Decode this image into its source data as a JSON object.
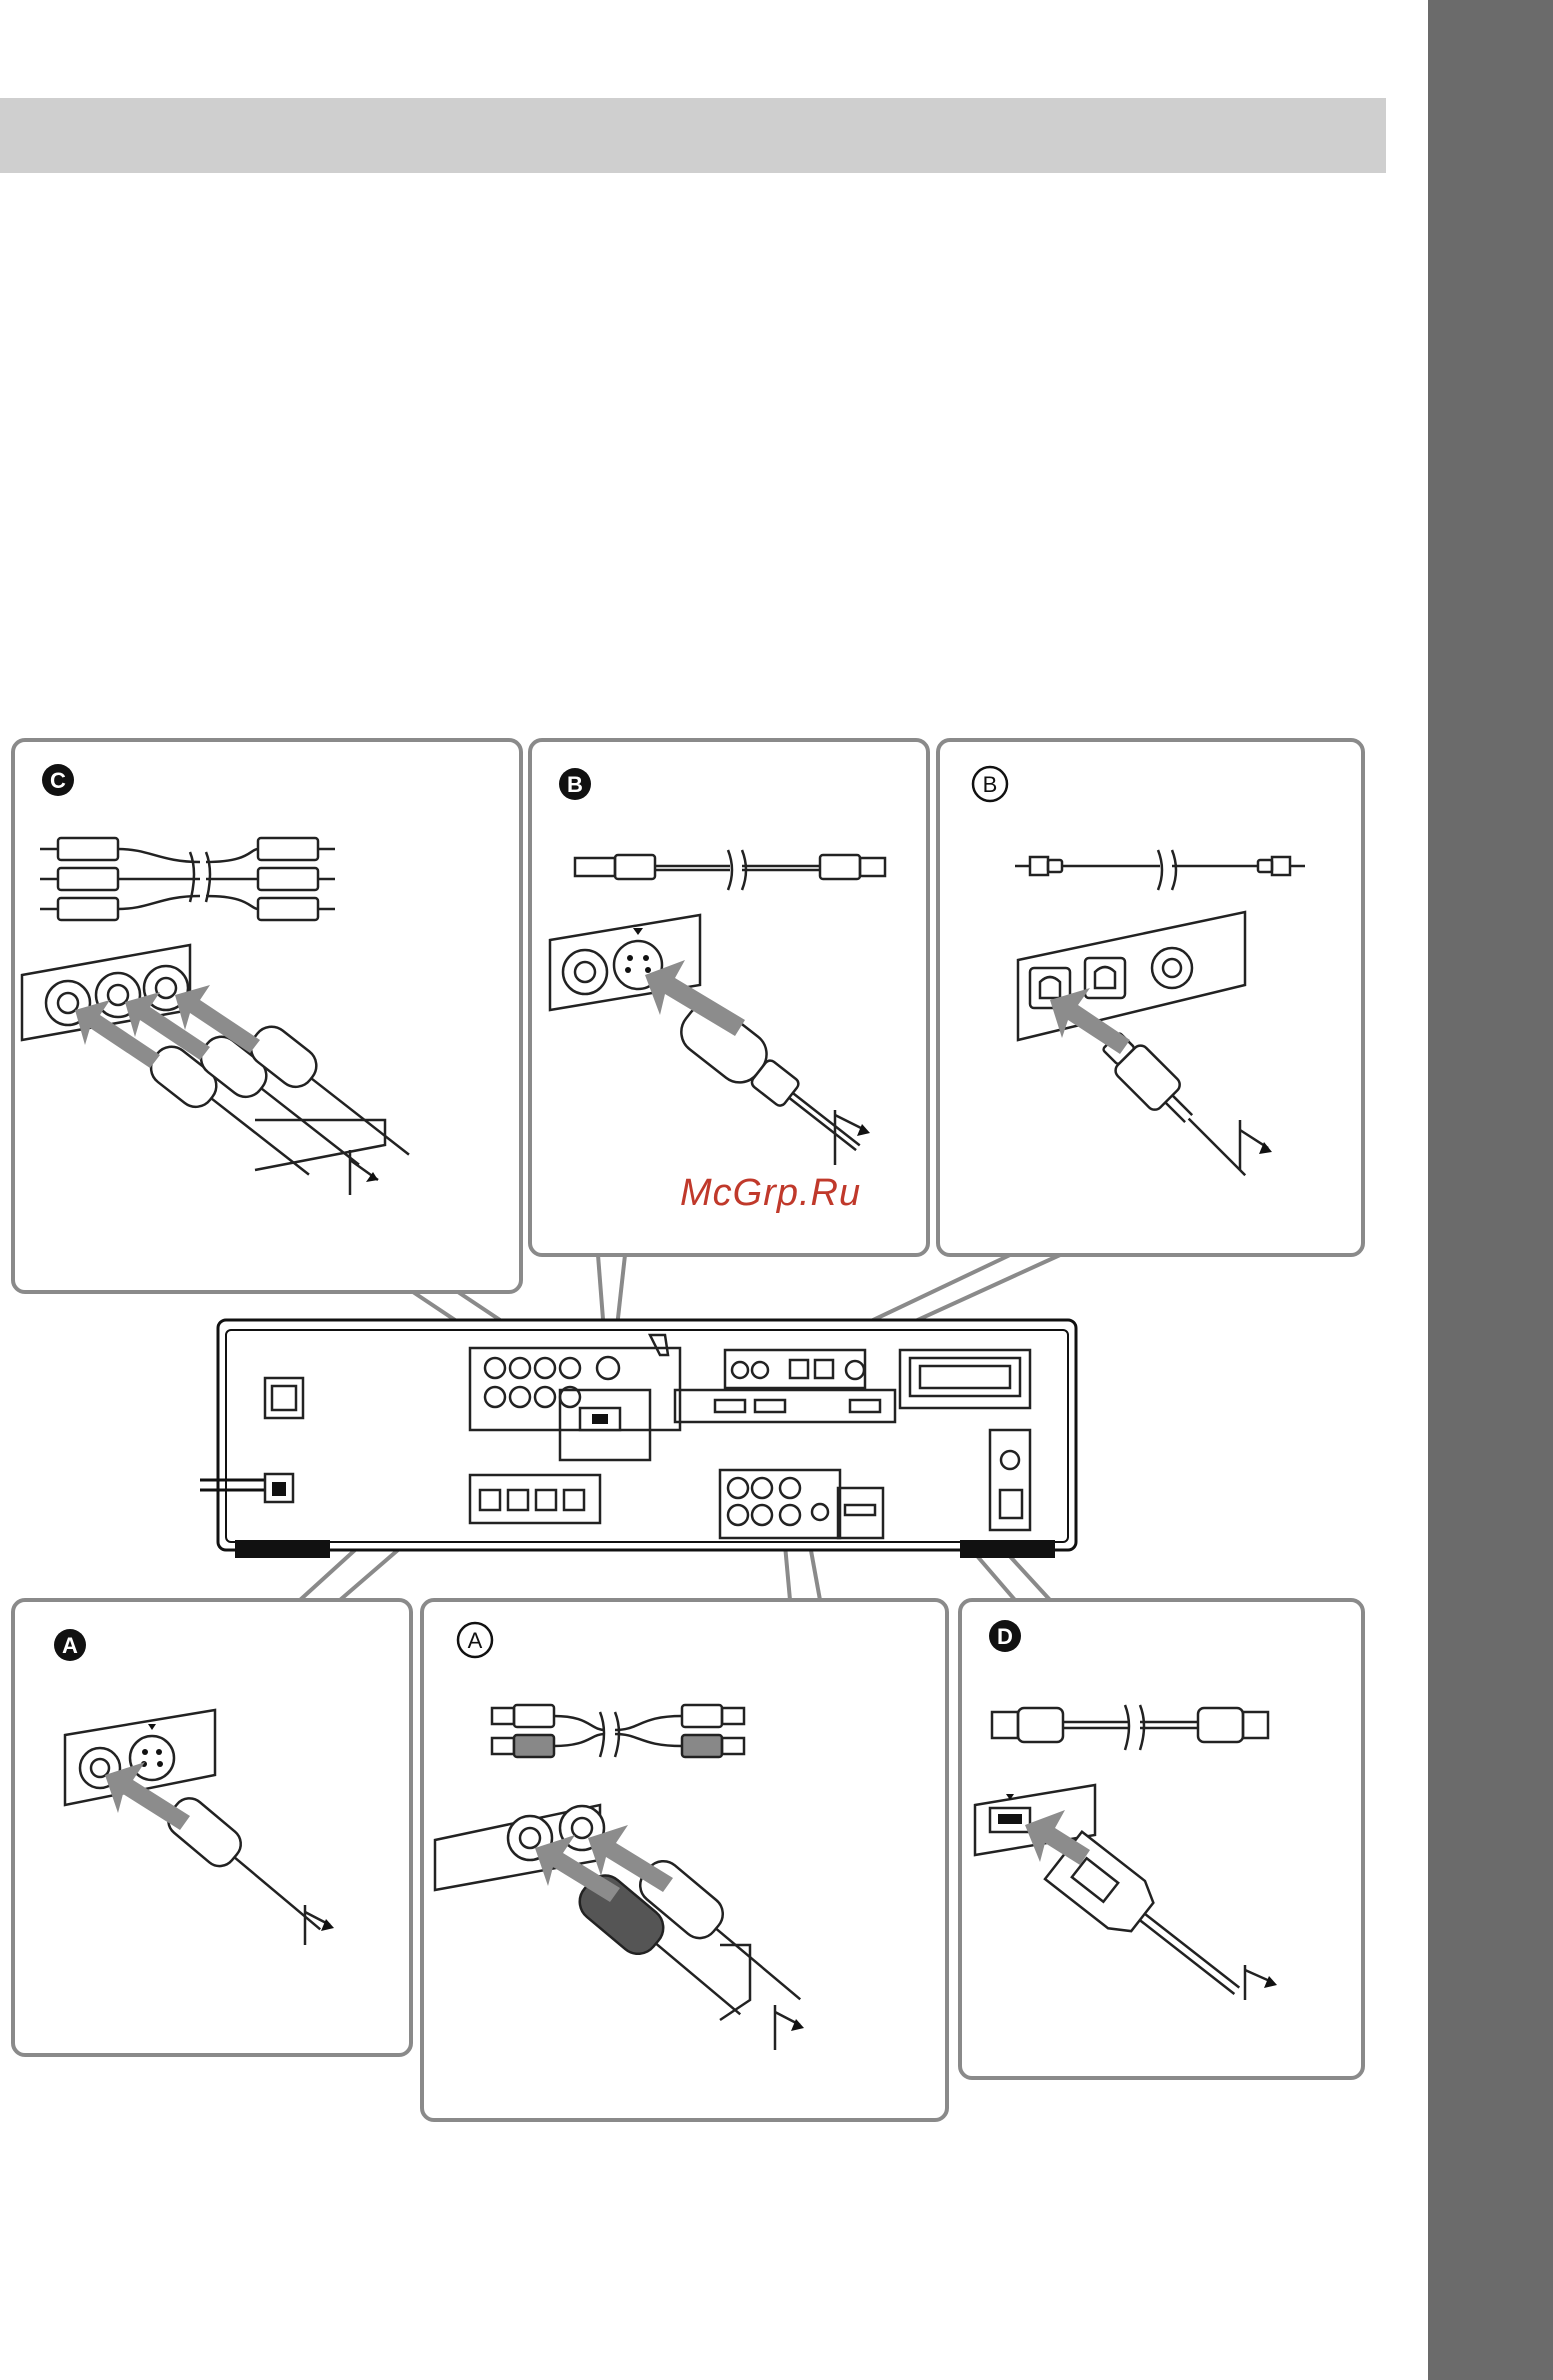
{
  "panels": {
    "c": {
      "label": "C"
    },
    "b_svideo": {
      "label": "B"
    },
    "b_optical": {
      "label": "B"
    },
    "a_svideo": {
      "label": "A"
    },
    "a_audio": {
      "label": "A"
    },
    "d_hdmi": {
      "label": "D"
    }
  },
  "watermark": {
    "text": "McGrp.Ru"
  },
  "colors": {
    "panel_border": "#8a8a8a",
    "arrow": "#8c8c8c",
    "side_tab": "#6b6b6b",
    "header_band": "#cfcfcf"
  }
}
